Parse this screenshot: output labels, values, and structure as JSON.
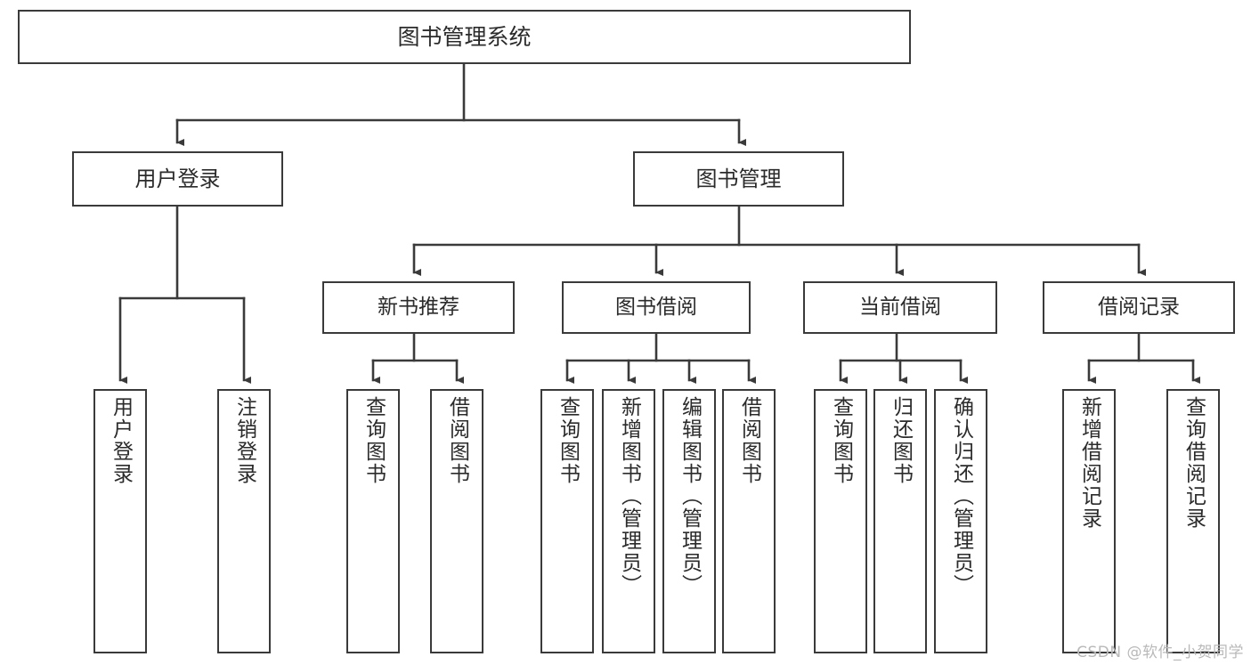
{
  "diagram": {
    "title": "图书管理系统",
    "type": "tree-hierarchy-chart",
    "watermark": "CSDN @软件_小贺同学",
    "colors": {
      "box_border": "#3a3a3a",
      "box_fill": "#ffffff",
      "connector": "#3a3a3a",
      "text": "#2b2b2b",
      "watermark": "#b9b9b9",
      "background": "#ffffff"
    },
    "root": {
      "id": "root",
      "label": "图书管理系统"
    },
    "level1": [
      {
        "id": "user-login",
        "label": "用户登录"
      },
      {
        "id": "book-manage",
        "label": "图书管理"
      }
    ],
    "level2": [
      {
        "id": "new-book-rec",
        "label": "新书推荐",
        "parent": "book-manage"
      },
      {
        "id": "book-borrow",
        "label": "图书借阅",
        "parent": "book-manage"
      },
      {
        "id": "current-borrow",
        "label": "当前借阅",
        "parent": "book-manage"
      },
      {
        "id": "borrow-record",
        "label": "借阅记录",
        "parent": "book-manage"
      }
    ],
    "leaves": [
      {
        "id": "leaf-user-login",
        "label": "用户登录",
        "parent": "user-login"
      },
      {
        "id": "leaf-logout",
        "label": "注销登录",
        "parent": "user-login"
      },
      {
        "id": "leaf-query-book-1",
        "label": "查询图书",
        "parent": "new-book-rec"
      },
      {
        "id": "leaf-borrow-book-1",
        "label": "借阅图书",
        "parent": "new-book-rec"
      },
      {
        "id": "leaf-query-book-2",
        "label": "查询图书",
        "parent": "book-borrow"
      },
      {
        "id": "leaf-add-book",
        "label": "新增图书（管理员）",
        "parent": "book-borrow"
      },
      {
        "id": "leaf-edit-book",
        "label": "编辑图书（管理员）",
        "parent": "book-borrow"
      },
      {
        "id": "leaf-borrow-book-2",
        "label": "借阅图书",
        "parent": "book-borrow"
      },
      {
        "id": "leaf-query-book-3",
        "label": "查询图书",
        "parent": "current-borrow"
      },
      {
        "id": "leaf-return-book",
        "label": "归还图书",
        "parent": "current-borrow"
      },
      {
        "id": "leaf-confirm-return",
        "label": "确认归还（管理员）",
        "parent": "current-borrow"
      },
      {
        "id": "leaf-add-record",
        "label": "新增借阅记录",
        "parent": "borrow-record"
      },
      {
        "id": "leaf-query-record",
        "label": "查询借阅记录",
        "parent": "borrow-record"
      }
    ]
  }
}
